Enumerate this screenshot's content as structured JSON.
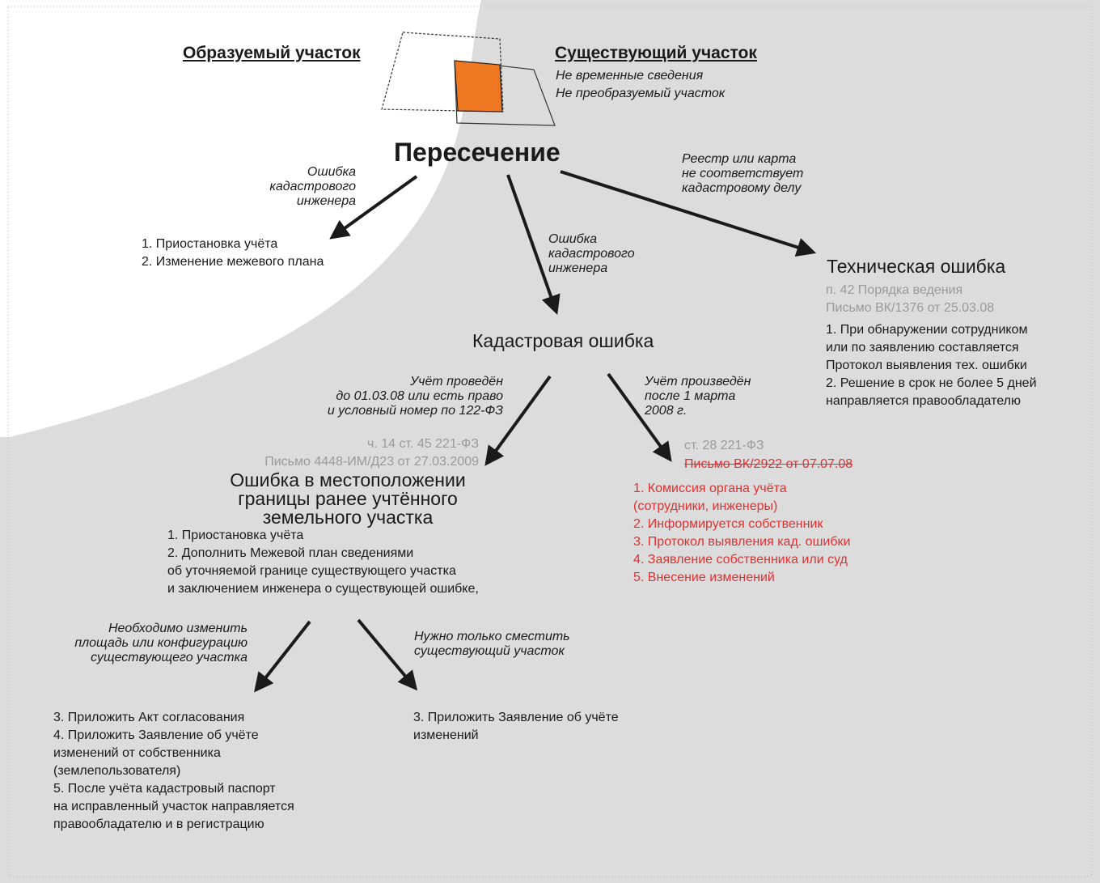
{
  "colors": {
    "background_grey": "#dcdcdc",
    "overlap_fill": "#ee7722",
    "note_grey": "#9a9a9a",
    "red_text": "#e03030",
    "arrow": "#1a1a1a"
  },
  "header": {
    "formed_plot": "Образуемый участок",
    "existing_plot": "Существующий участок",
    "existing_notes": [
      "Не временные сведения",
      "Не преобразуемый участок"
    ]
  },
  "root": {
    "title": "Пересечение"
  },
  "labels": {
    "engineer_error_left": [
      "Ошибка",
      "кадастрового",
      "инженера"
    ],
    "engineer_error_mid": [
      "Ошибка",
      "кадастрового",
      "инженера"
    ],
    "registry_mismatch": [
      "Реестр или карта",
      "не соответствует",
      "кадастровому делу"
    ],
    "before_date": [
      "Учёт проведён",
      "до 01.03.08 или есть право",
      "и условный номер по 122-ФЗ"
    ],
    "after_date": [
      "Учёт произведён",
      "после 1 марта",
      "2008 г."
    ],
    "change_area": [
      "Необходимо изменить",
      "площадь или конфигурацию",
      "существующего участка"
    ],
    "shift_only": [
      "Нужно только сместить",
      "существующий участок"
    ]
  },
  "left_branch": {
    "items": [
      "1. Приостановка учёта",
      "2. Изменение межевого плана"
    ]
  },
  "technical_error": {
    "title": "Техническая ошибка",
    "refs": [
      "п. 42 Порядка ведения",
      "Письмо ВК/1376 от 25.03.08"
    ],
    "items": [
      "1. При обнаружении сотрудником",
      "или по заявлению составляется",
      "Протокол выявления тех. ошибки",
      "2. Решение в срок не более 5 дней",
      "направляется правообладателю"
    ]
  },
  "cadastral_error": {
    "title": "Кадастровая ошибка"
  },
  "location_error": {
    "refs": [
      "ч. 14 ст. 45 221-ФЗ",
      "Письмо 4448-ИМ/Д23 от 27.03.2009"
    ],
    "title": [
      "Ошибка в местоположении",
      "границы ранее учтённого",
      "земельного участка"
    ],
    "items": [
      "1. Приостановка учёта",
      "2. Дополнить Межевой план сведениями",
      "об уточняемой границе существующего участка",
      "и заключением инженера о существующей ошибке,"
    ]
  },
  "after_branch": {
    "ref": "ст. 28 221-ФЗ",
    "ref_struck": "Письмо ВК/2922 от 07.07.08",
    "items": [
      "1. Комиссия органа учёта",
      "(сотрудники, инженеры)",
      "2. Информируется собственник",
      "3. Протокол выявления кад. ошибки",
      "4. Заявление собственника или суд",
      "5. Внесение изменений"
    ]
  },
  "bottom_left": {
    "items": [
      "3. Приложить Акт согласования",
      "4. Приложить Заявление об учёте",
      "изменений от собственника",
      "(землепользователя)",
      "5. После учёта кадастровый паспорт",
      "на исправленный участок направляется",
      "правообладателю и в регистрацию"
    ]
  },
  "bottom_right": {
    "items": [
      "3. Приложить Заявление об учёте",
      "изменений"
    ]
  }
}
